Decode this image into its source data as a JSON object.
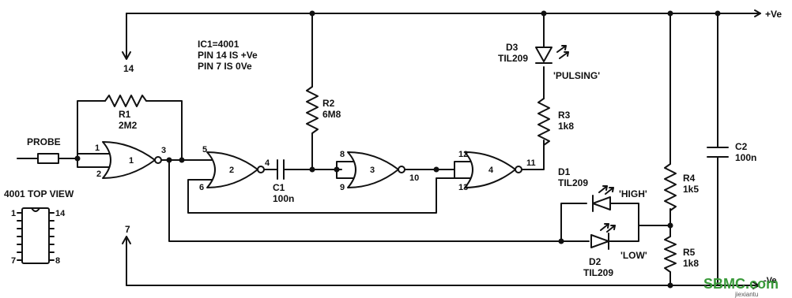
{
  "notes": {
    "ic_line1": "IC1=4001",
    "ic_line2": "PIN 14 IS +Ve",
    "ic_line3": "PIN 7 IS 0Ve",
    "top_view": "4001 TOP VIEW"
  },
  "rails": {
    "positive": "+Ve",
    "negative": "-Ve"
  },
  "pins": {
    "supply": "14",
    "ground": "7",
    "g1_in1": "1",
    "g1_in2": "2",
    "g1_out": "3",
    "g2_in1": "5",
    "g2_in2": "6",
    "g2_out": "4",
    "g3_in1": "8",
    "g3_in2": "9",
    "g3_out": "10",
    "g4_in1": "12",
    "g4_in2": "13",
    "g4_out": "11",
    "pkg_tl": "1",
    "pkg_tr": "14",
    "pkg_bl": "7",
    "pkg_br": "8"
  },
  "gates": {
    "g1": "1",
    "g2": "2",
    "g3": "3",
    "g4": "4"
  },
  "components": {
    "probe": "PROBE",
    "r1_name": "R1",
    "r1_value": "2M2",
    "r2_name": "R2",
    "r2_value": "6M8",
    "r3_name": "R3",
    "r3_value": "1k8",
    "r4_name": "R4",
    "r4_value": "1k5",
    "r5_name": "R5",
    "r5_value": "1k8",
    "c1_name": "C1",
    "c1_value": "100n",
    "c2_name": "C2",
    "c2_value": "100n",
    "d1_name": "D1",
    "d1_type": "TIL209",
    "d1_label": "'HIGH'",
    "d2_name": "D2",
    "d2_type": "TIL209",
    "d2_label": "'LOW'",
    "d3_name": "D3",
    "d3_type": "TIL209",
    "d3_label": "'PULSING'"
  },
  "watermark": {
    "brand": "SBMC.com",
    "sub": "jiexiantu"
  }
}
